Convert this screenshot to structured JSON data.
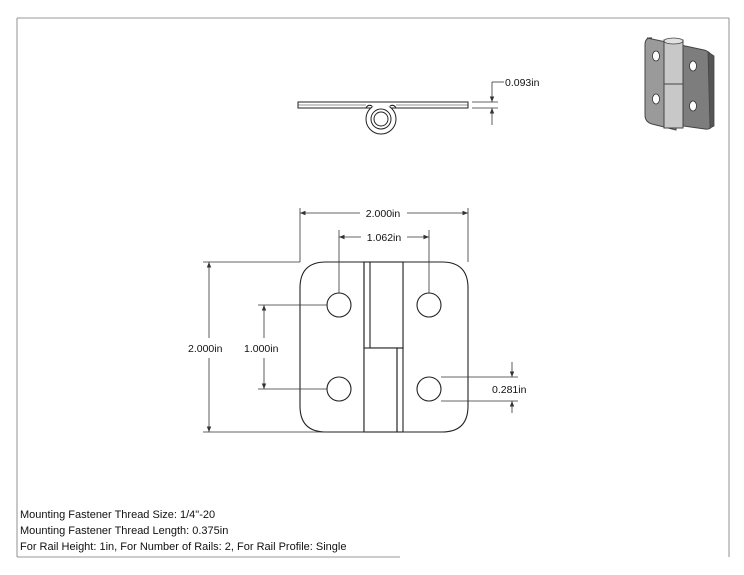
{
  "dimensions": {
    "thickness": "0.093in",
    "overall_width": "2.000in",
    "hole_spacing_horizontal": "1.062in",
    "overall_height": "2.000in",
    "hole_spacing_vertical": "1.000in",
    "hole_diameter": "0.281in"
  },
  "notes": [
    "Mounting Fastener Thread Size: 1/4\"-20",
    "Mounting Fastener Thread Length: 0.375in",
    "For Rail Height: 1in, For Number of Rails: 2, For Rail Profile: Single"
  ],
  "colors": {
    "line": "#222222",
    "dim_line": "#333333",
    "iso_body": "#8a8a8a"
  }
}
